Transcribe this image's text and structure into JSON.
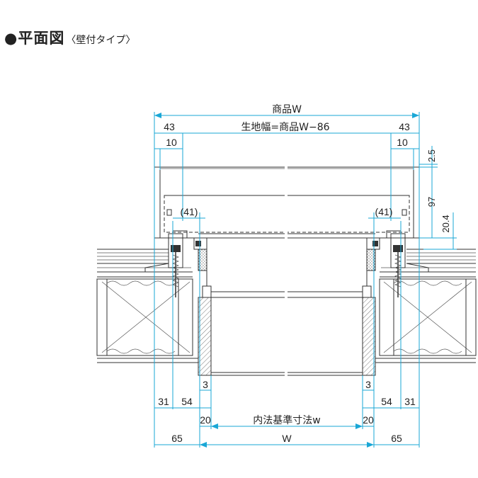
{
  "title": {
    "marker": "●",
    "main": "平面図",
    "sub": "〈壁付タイプ〉"
  },
  "dimensions": {
    "product_w": "商品W",
    "fabric_width": "生地幅=商品W−86",
    "left_43": "43",
    "right_43": "43",
    "left_10": "10",
    "right_10": "10",
    "d_2_5": "2.5",
    "d_97": "97",
    "d_20_4": "20.4",
    "left_41": "(41)",
    "right_41": "(41)",
    "left_3": "3",
    "right_3": "3",
    "left_31": "31",
    "left_54": "54",
    "right_54": "54",
    "right_31": "31",
    "left_20": "20",
    "right_20": "20",
    "inner_w": "内法基準寸法w",
    "left_65": "65",
    "right_65": "65",
    "W": "W"
  },
  "colors": {
    "dimension_line": "#1aa7d6",
    "drawing_line": "#333333"
  }
}
